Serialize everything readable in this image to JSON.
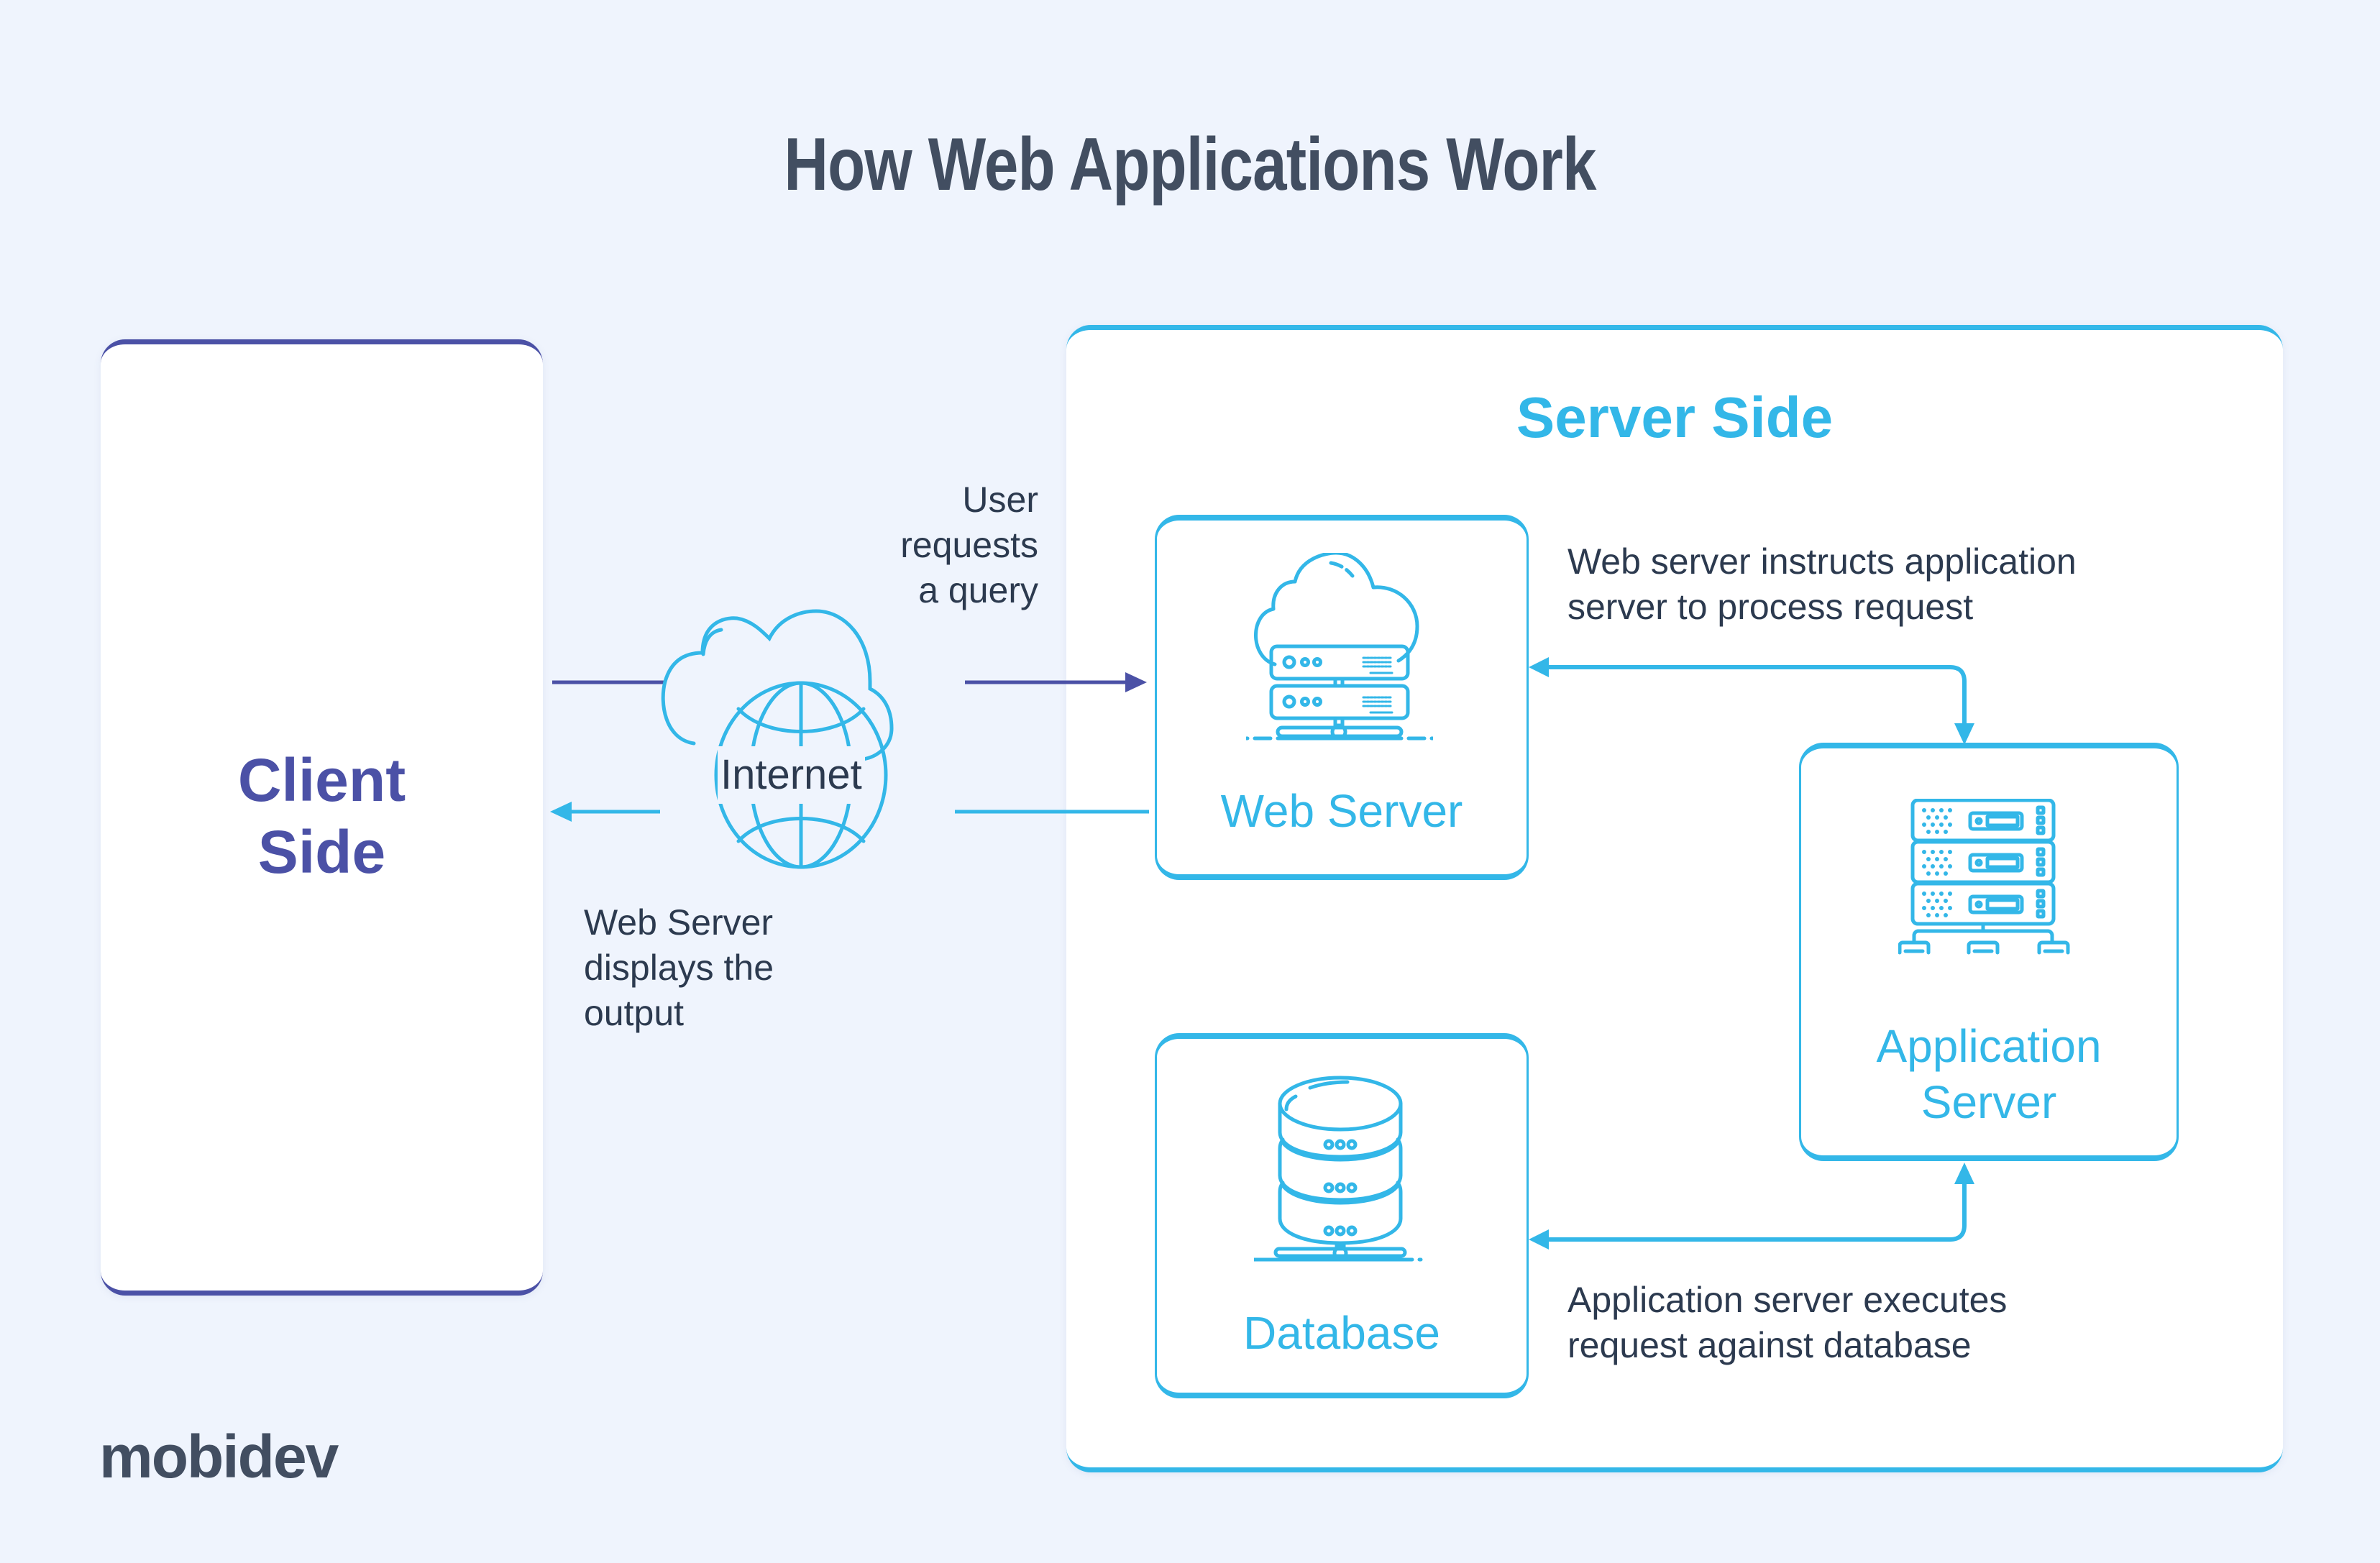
{
  "title": "How Web Applications Work",
  "colors": {
    "background": "#eff4fd",
    "client_accent": "#4b51a6",
    "server_accent": "#33b7e8",
    "text_dark": "#2c3a4f",
    "title": "#424e61"
  },
  "client": {
    "label_line1": "Client",
    "label_line2": "Side"
  },
  "internet": {
    "label": "Internet",
    "icon": "cloud-globe-icon"
  },
  "annotations": {
    "request": [
      "User",
      "requests",
      "a query"
    ],
    "response": [
      "Web Server",
      "displays the",
      "output"
    ],
    "web_to_app": [
      "Web server instructs application",
      "server to process request"
    ],
    "app_to_db": [
      "Application server executes",
      "request against database"
    ]
  },
  "server": {
    "title": "Server Side",
    "nodes": {
      "web_server": {
        "label": "Web Server",
        "icon": "cloud-server-icon"
      },
      "application_server": {
        "label_line1": "Application",
        "label_line2": "Server",
        "icon": "server-rack-icon"
      },
      "database": {
        "label": "Database",
        "icon": "database-icon"
      }
    }
  },
  "logo": {
    "text": "mobidev"
  }
}
